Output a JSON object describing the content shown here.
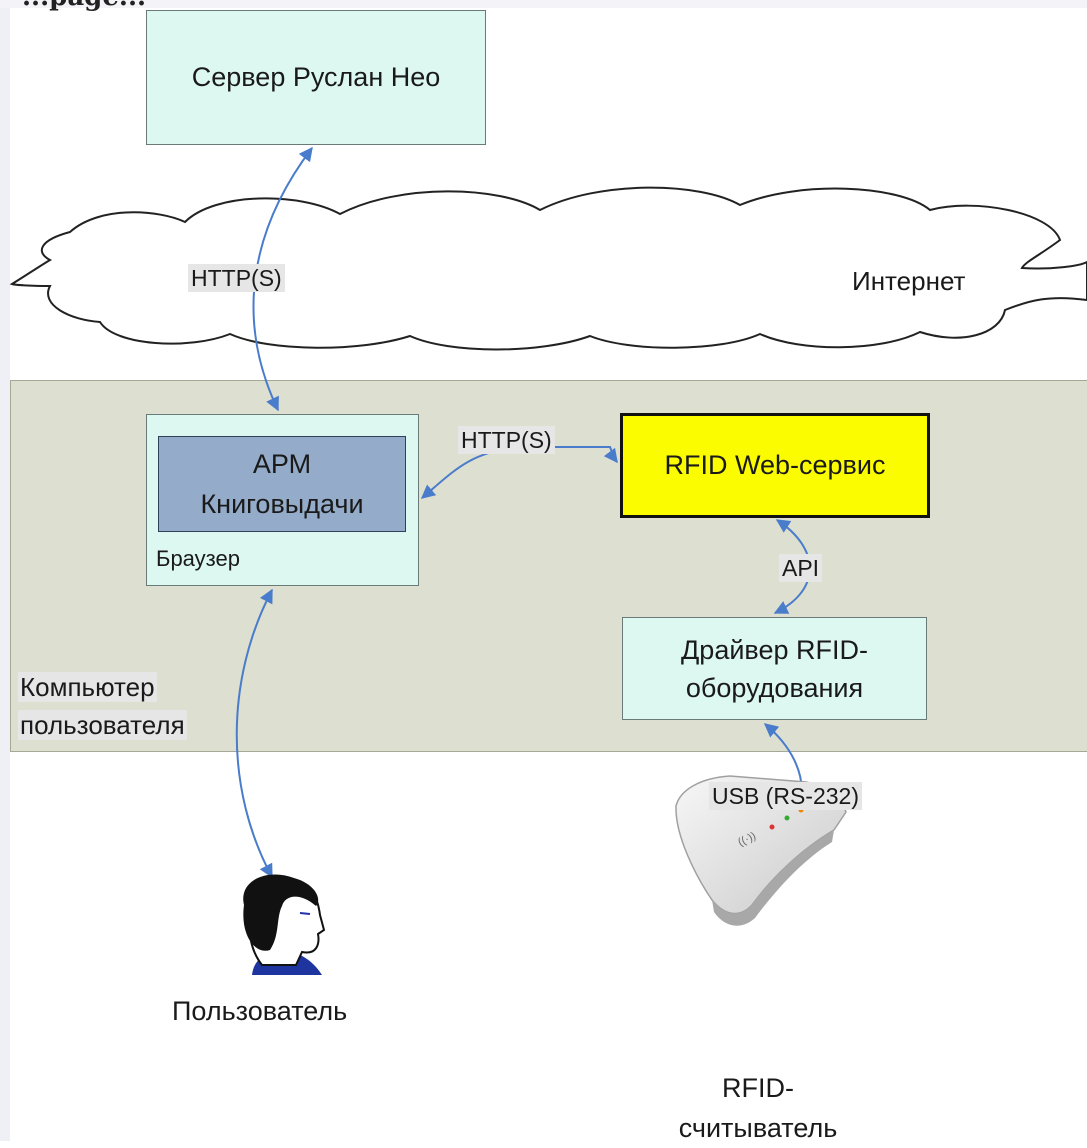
{
  "top_fragment": "...page...",
  "server": {
    "label": "Сервер Руслан Нео"
  },
  "internet": {
    "label": "Интернет"
  },
  "zone": {
    "label_line1": "Компьютер",
    "label_line2": "пользователя"
  },
  "browser": {
    "label": "Браузер"
  },
  "arm": {
    "label_line1": "АРМ",
    "label_line2": "Книговыдачи"
  },
  "rfid_service": {
    "label": "RFID Web-сервис"
  },
  "driver": {
    "label_line1": "Драйвер RFID-",
    "label_line2": "оборудования"
  },
  "edges": {
    "server_browser": "HTTP(S)",
    "browser_service": "HTTP(S)",
    "service_driver": "API",
    "driver_reader": "USB (RS-232)"
  },
  "user": {
    "label": "Пользователь"
  },
  "reader": {
    "label_line1": "RFID-",
    "label_line2": "считыватель"
  },
  "colors": {
    "arrow": "#4a7ccc",
    "zone_fill": "#dddfd0",
    "box_fill": "#dcf8f1",
    "arm_fill": "#94abc9",
    "highlight_fill": "#fcfc00"
  }
}
